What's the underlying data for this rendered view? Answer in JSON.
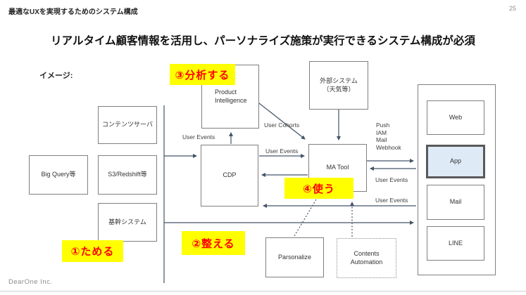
{
  "header": {
    "title": "最適なUXを実現するためのシステム構成",
    "page_number": "25"
  },
  "main_title": "リアルタイム顧客情報を活用し、パーソナライズ施策が実行できるシステム構成が必須",
  "image_label": "イメージ:",
  "steps": {
    "step1": "①ためる",
    "step2": "②整える",
    "step3": "③分析する",
    "step4": "④使う"
  },
  "nodes": {
    "content_server": {
      "label": "コンテンツサーバ"
    },
    "big_query": {
      "label": "Big Query等"
    },
    "s3_redshift": {
      "label": "S3/Redshift等"
    },
    "core_system": {
      "label": "基幹システム"
    },
    "product_intelligence": {
      "line1": "Product",
      "line2": "Intelligence"
    },
    "cdp": {
      "label": "CDP"
    },
    "ma_tool": {
      "label": "MA Tool"
    },
    "external_system": {
      "line1": "外部システム",
      "line2": "（天気等）"
    },
    "personalize": {
      "label": "Parsonalize"
    },
    "contents_automation": {
      "line1": "Contents",
      "line2": "Automation"
    },
    "channels": {
      "web": "Web",
      "app": "App",
      "mail": "Mail",
      "line": "LINE"
    }
  },
  "edge_labels": {
    "user_events": "User Events",
    "user_cohorts": "User Cohorts",
    "push": "Push",
    "iam": "IAM",
    "mail": "Mail",
    "webhook": "Webhook"
  },
  "footer": {
    "company": "DearOne Inc."
  },
  "colors": {
    "highlight_yellow": "#ffff00",
    "step_text_red": "#ff0000",
    "connector_blue": "#44546a",
    "box_border_gray": "#7f7f7f",
    "app_fill_blue": "#deeaf6",
    "app_border_dark": "#595959"
  }
}
